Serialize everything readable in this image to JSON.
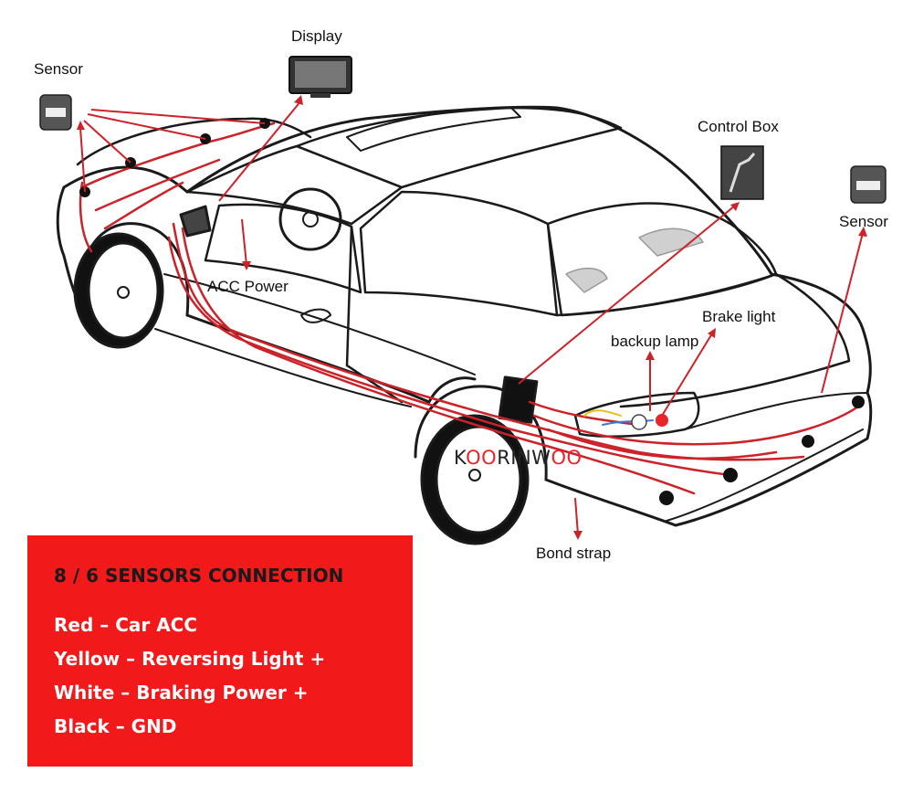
{
  "diagram": {
    "labels": {
      "sensor_front": "Sensor",
      "display": "Display",
      "control_box": "Control Box",
      "sensor_rear": "Sensor",
      "acc_power": "ACC Power",
      "brake_light": "Brake light",
      "backup_lamp": "backup lamp",
      "bond_strap": "Bond strap"
    },
    "brand": {
      "parts": [
        "K",
        "OO",
        "RINW",
        "OO"
      ],
      "colors": [
        "#222222",
        "#e8262a",
        "#222222",
        "#e8262a"
      ]
    },
    "info_panel": {
      "title": "8 / 6 SENSORS CONNECTION",
      "lines": [
        "Red –  Car ACC",
        "Yellow – Reversing Light +",
        "White – Braking Power +",
        "Black – GND"
      ]
    },
    "colors": {
      "wire": "#cc2229",
      "panel": "#f2191b",
      "outline": "#1a1a1a",
      "panel_text": "#ffffff",
      "title_text": "#1a1a1a"
    }
  }
}
